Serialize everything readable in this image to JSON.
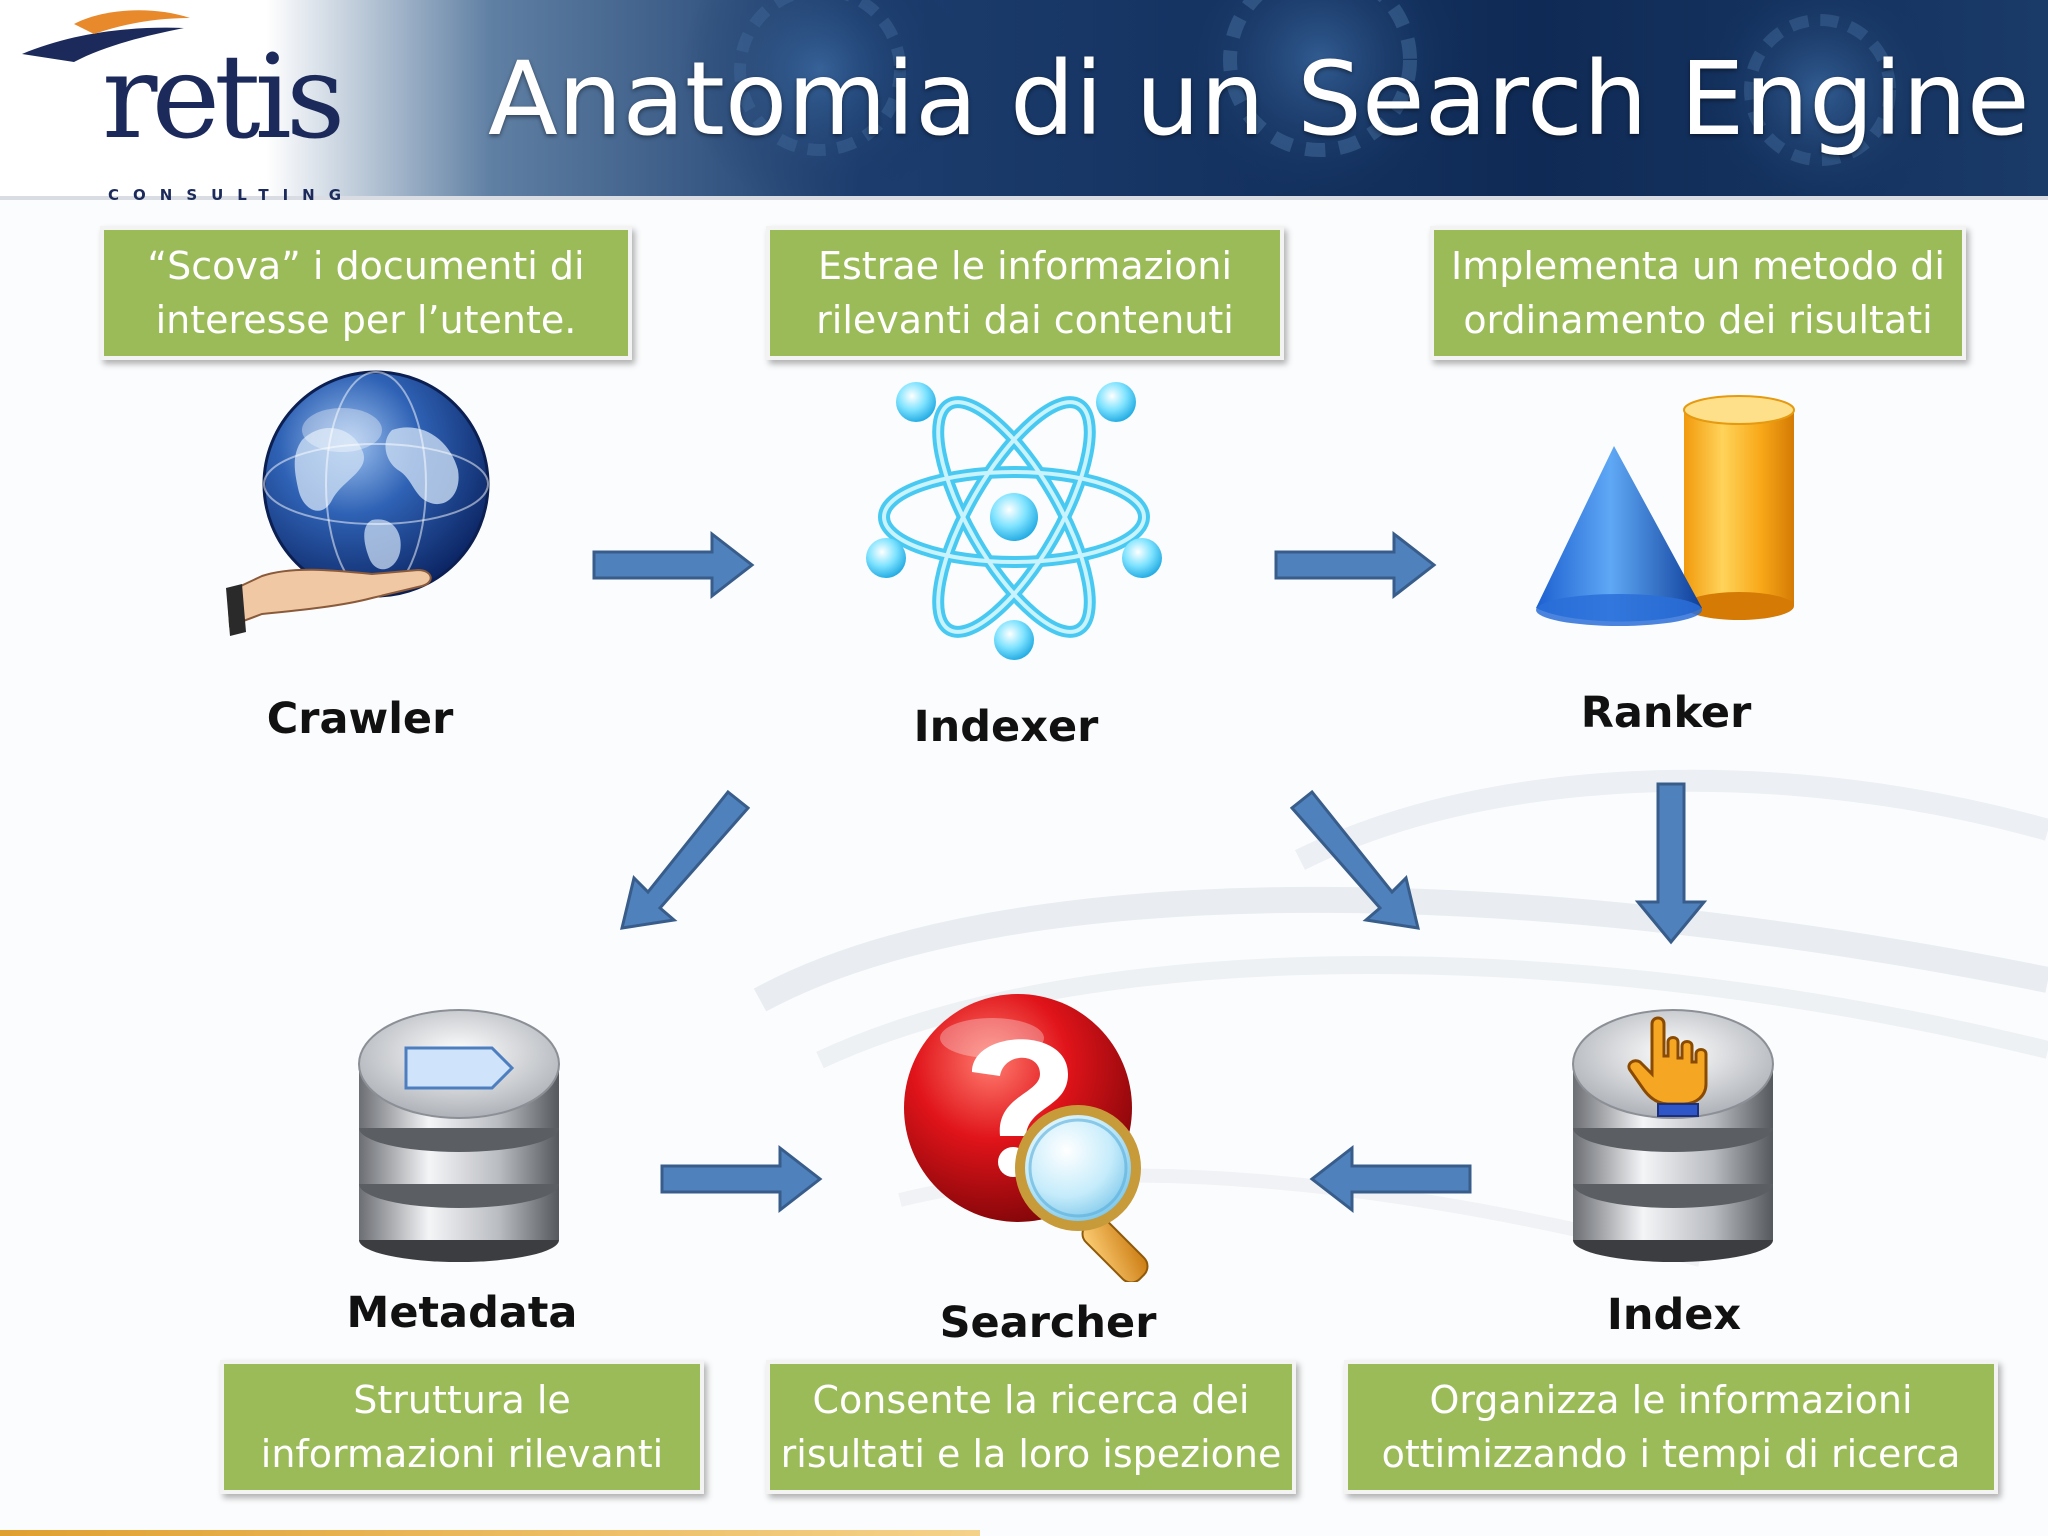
{
  "header": {
    "title": "Anatomia di un Search Engine",
    "logo_text": "retis",
    "logo_subtext": "CONSULTING"
  },
  "components": {
    "crawler": {
      "label": "Crawler",
      "description": "“Scova” i documenti di\ninteresse per l’utente."
    },
    "indexer": {
      "label": "Indexer",
      "description": "Estrae le informazioni\nrilevanti dai contenuti"
    },
    "ranker": {
      "label": "Ranker",
      "description": "Implementa un metodo di\nordinamento dei risultati"
    },
    "metadata": {
      "label": "Metadata",
      "description": "Struttura le\ninformazioni rilevanti"
    },
    "searcher": {
      "label": "Searcher",
      "description": "Consente la ricerca dei\nrisultati e la loro ispezione"
    },
    "index": {
      "label": "Index",
      "description": "Organizza le informazioni\nottimizzando  i tempi di ricerca"
    }
  },
  "colors": {
    "box_fill": "#9bbb59",
    "arrow_fill": "#4f81bd",
    "arrow_stroke": "#385d8a",
    "title_text": "#ffffff",
    "logo_navy": "#1b2a5a",
    "logo_orange": "#e8892b"
  },
  "icons": {
    "crawler": "globe-in-hand-icon",
    "indexer": "atom-icon",
    "ranker": "cone-and-cylinder-icon",
    "metadata": "database-tag-icon",
    "searcher": "question-magnifier-icon",
    "index": "database-hand-cursor-icon"
  }
}
